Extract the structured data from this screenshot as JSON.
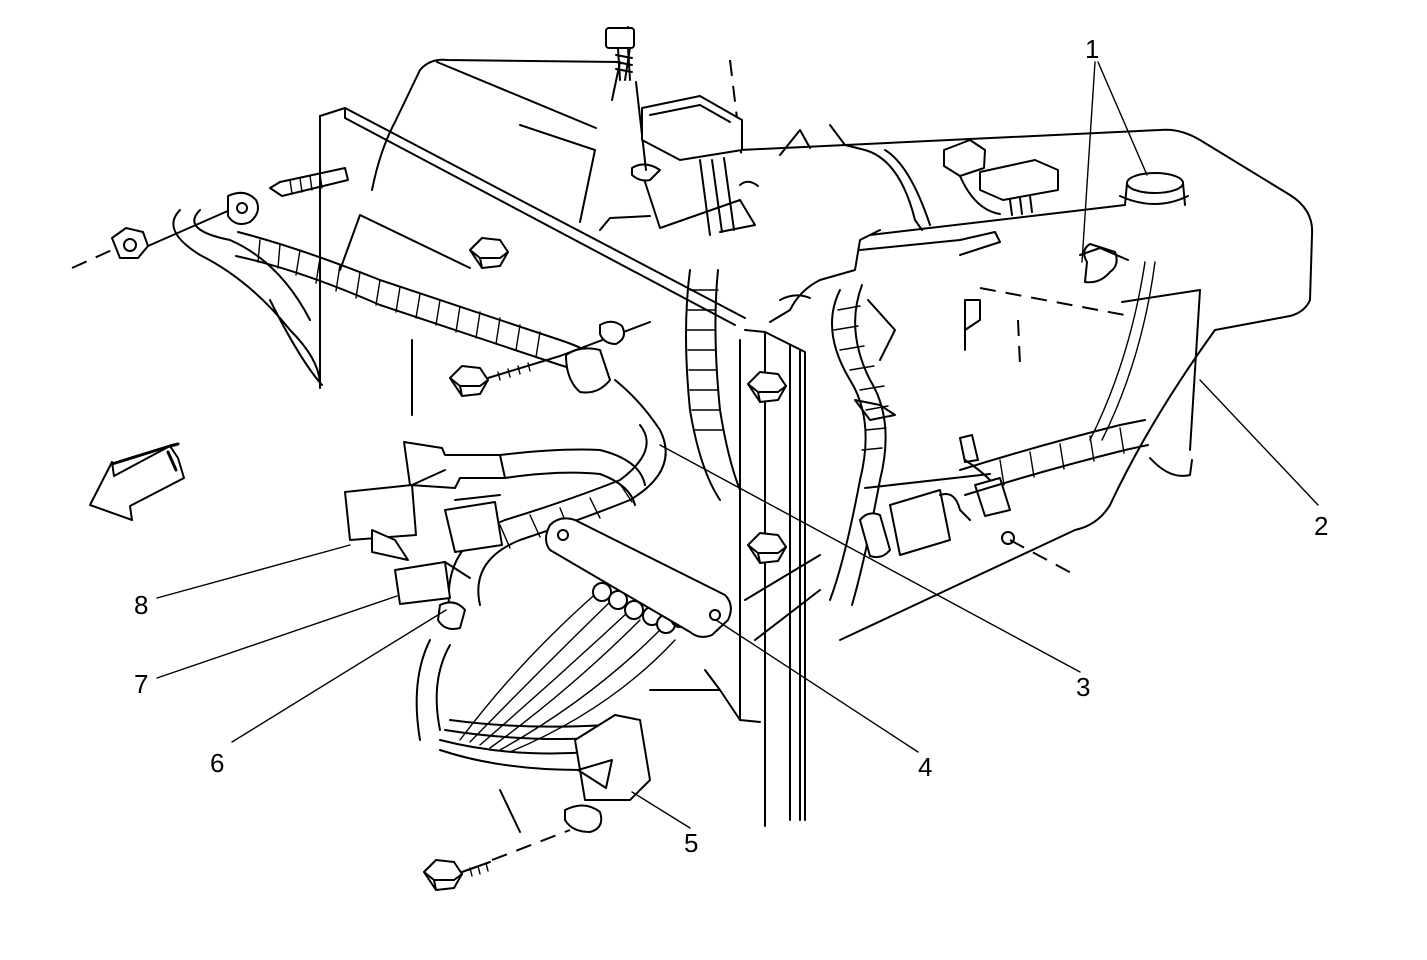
{
  "diagram": {
    "callouts": [
      {
        "id": "c1",
        "label": "1"
      },
      {
        "id": "c2",
        "label": "2"
      },
      {
        "id": "c3",
        "label": "3"
      },
      {
        "id": "c4",
        "label": "4"
      },
      {
        "id": "c5",
        "label": "5"
      },
      {
        "id": "c6",
        "label": "6"
      },
      {
        "id": "c7",
        "label": "7"
      },
      {
        "id": "c8",
        "label": "8"
      }
    ],
    "direction_arrow": "front-arrow-icon"
  }
}
